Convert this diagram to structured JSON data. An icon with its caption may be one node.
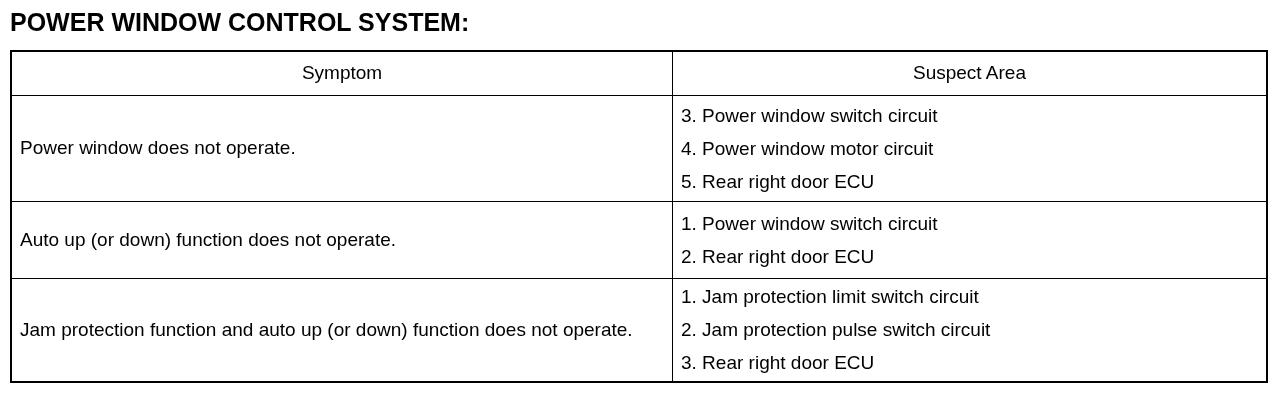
{
  "diagram": {
    "title": "POWER WINDOW CONTROL SYSTEM:",
    "labels": [
      "Symptom",
      "Suspect Area",
      "Power window does not operate.",
      "3. Power window switch circuit",
      "4. Power window motor circuit",
      "5. Rear right door ECU",
      "Auto up (or down) function does not operate.",
      "1. Power window switch circuit",
      "2. Rear right door ECU",
      "Jam protection function and auto up (or down) function does not operate.",
      "1. Jam protection limit switch circuit",
      "2. Jam protection pulse switch circuit",
      "3. Rear right door ECU"
    ]
  }
}
